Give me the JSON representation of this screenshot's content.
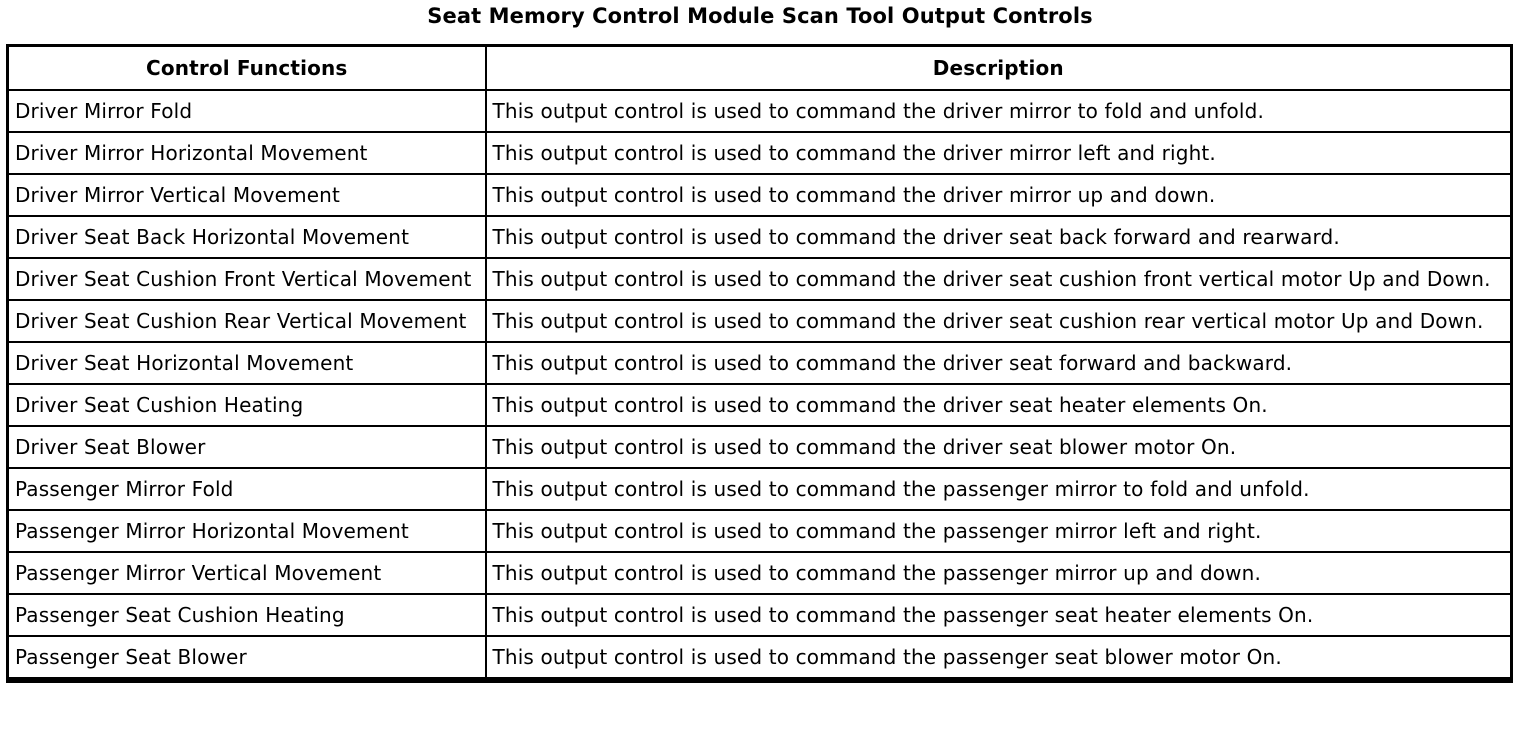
{
  "title": "Seat Memory Control Module Scan Tool Output Controls",
  "table": {
    "columns": [
      "Control Functions",
      "Description"
    ],
    "rows": [
      {
        "function": "Driver Mirror Fold",
        "description": "This output control is used to command the driver mirror to fold and unfold."
      },
      {
        "function": "Driver Mirror Horizontal Movement",
        "description": "This output control is used to command the driver mirror left and right."
      },
      {
        "function": "Driver Mirror Vertical Movement",
        "description": "This output control is used to command the driver mirror up and down."
      },
      {
        "function": "Driver Seat Back Horizontal Movement",
        "description": "This output control is used to command the driver seat back forward and rearward."
      },
      {
        "function": "Driver Seat Cushion Front Vertical Movement",
        "description": "This output control is used to command the driver seat cushion front vertical motor Up and Down."
      },
      {
        "function": "Driver Seat Cushion Rear Vertical Movement",
        "description": "This output control is used to command the driver seat cushion rear vertical motor Up and Down."
      },
      {
        "function": "Driver Seat Horizontal Movement",
        "description": "This output control is used to command the driver seat forward and backward."
      },
      {
        "function": "Driver Seat Cushion Heating",
        "description": "This output control is used to command the driver seat heater elements On."
      },
      {
        "function": "Driver Seat Blower",
        "description": "This output control is used to command the driver seat blower motor On."
      },
      {
        "function": "Passenger Mirror Fold",
        "description": "This output control is used to command the passenger mirror to fold and unfold."
      },
      {
        "function": "Passenger Mirror Horizontal Movement",
        "description": "This output control is used to command the passenger mirror left and right."
      },
      {
        "function": "Passenger Mirror Vertical Movement",
        "description": "This output control is used to command the passenger mirror up and down."
      },
      {
        "function": "Passenger Seat Cushion Heating",
        "description": "This output control is used to command the passenger seat heater elements On."
      },
      {
        "function": "Passenger Seat Blower",
        "description": "This output control is used to command the passenger seat blower motor On."
      }
    ]
  }
}
